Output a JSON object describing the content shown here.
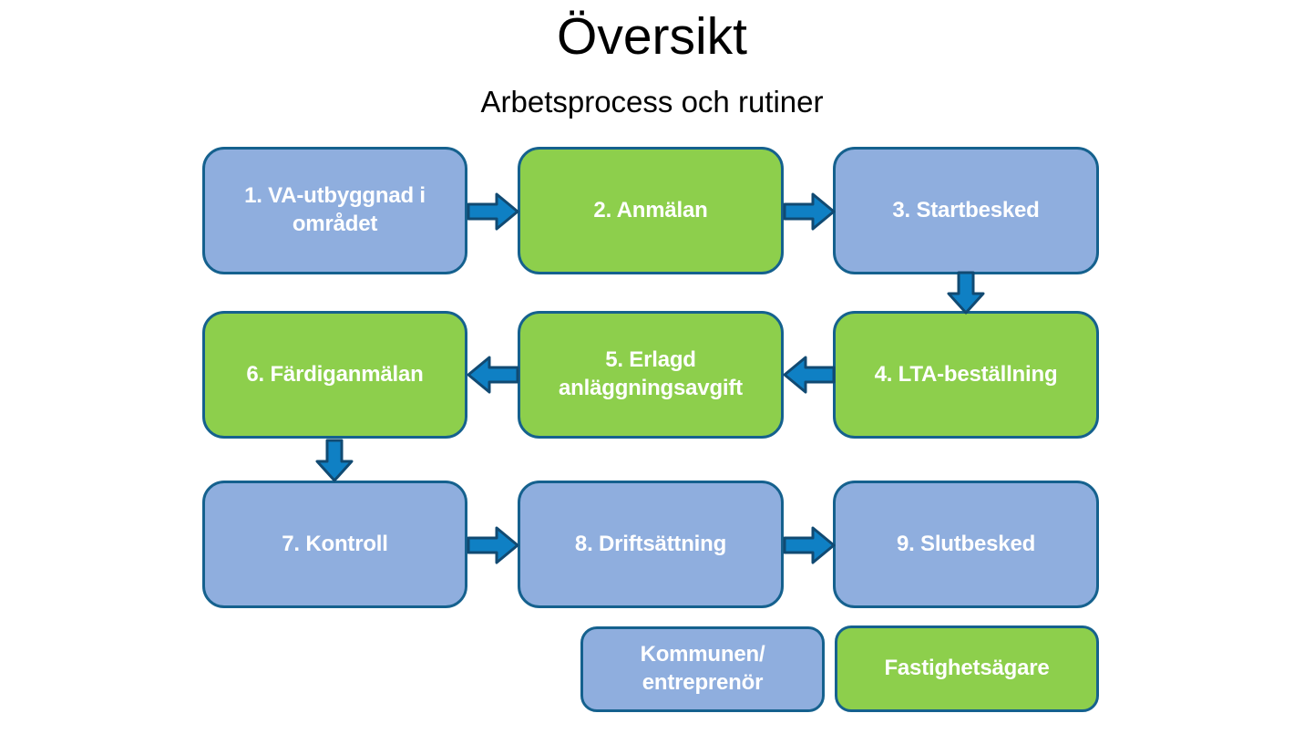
{
  "title": "Översikt",
  "subtitle": "Arbetsprocess och rutiner",
  "steps": [
    {
      "label": "1. VA-utbyggnad i området",
      "actor": "Kommunen/entreprenör"
    },
    {
      "label": "2. Anmälan",
      "actor": "Fastighetsägare"
    },
    {
      "label": "3. Startbesked",
      "actor": "Kommunen/entreprenör"
    },
    {
      "label": "4. LTA-beställning",
      "actor": "Fastighetsägare"
    },
    {
      "label": "5. Erlagd anläggningsavgift",
      "actor": "Fastighetsägare"
    },
    {
      "label": "6. Färdiganmälan",
      "actor": "Fastighetsägare"
    },
    {
      "label": "7. Kontroll",
      "actor": "Kommunen/entreprenör"
    },
    {
      "label": "8. Driftsättning",
      "actor": "Kommunen/entreprenör"
    },
    {
      "label": "9. Slutbesked",
      "actor": "Kommunen/entreprenör"
    }
  ],
  "flow": [
    {
      "from": 1,
      "to": 2,
      "direction": "right"
    },
    {
      "from": 2,
      "to": 3,
      "direction": "right"
    },
    {
      "from": 3,
      "to": 4,
      "direction": "down"
    },
    {
      "from": 4,
      "to": 5,
      "direction": "left"
    },
    {
      "from": 5,
      "to": 6,
      "direction": "left"
    },
    {
      "from": 6,
      "to": 7,
      "direction": "down"
    },
    {
      "from": 7,
      "to": 8,
      "direction": "right"
    },
    {
      "from": 8,
      "to": 9,
      "direction": "right"
    }
  ],
  "legend": [
    {
      "lines": [
        "Kommunen/",
        "entreprenör"
      ],
      "color_key": "municipality_blue"
    },
    {
      "lines": [
        "Fastighetsägare"
      ],
      "color_key": "owner_green"
    }
  ],
  "colors": {
    "municipality_blue": "#8FAEDE",
    "owner_green": "#8DCF4C",
    "box_border": "#15618E",
    "arrow_fill": "#0F80C4",
    "arrow_outline": "#114A72",
    "box_text": "#FFFFFF",
    "title_text": "#000000"
  }
}
